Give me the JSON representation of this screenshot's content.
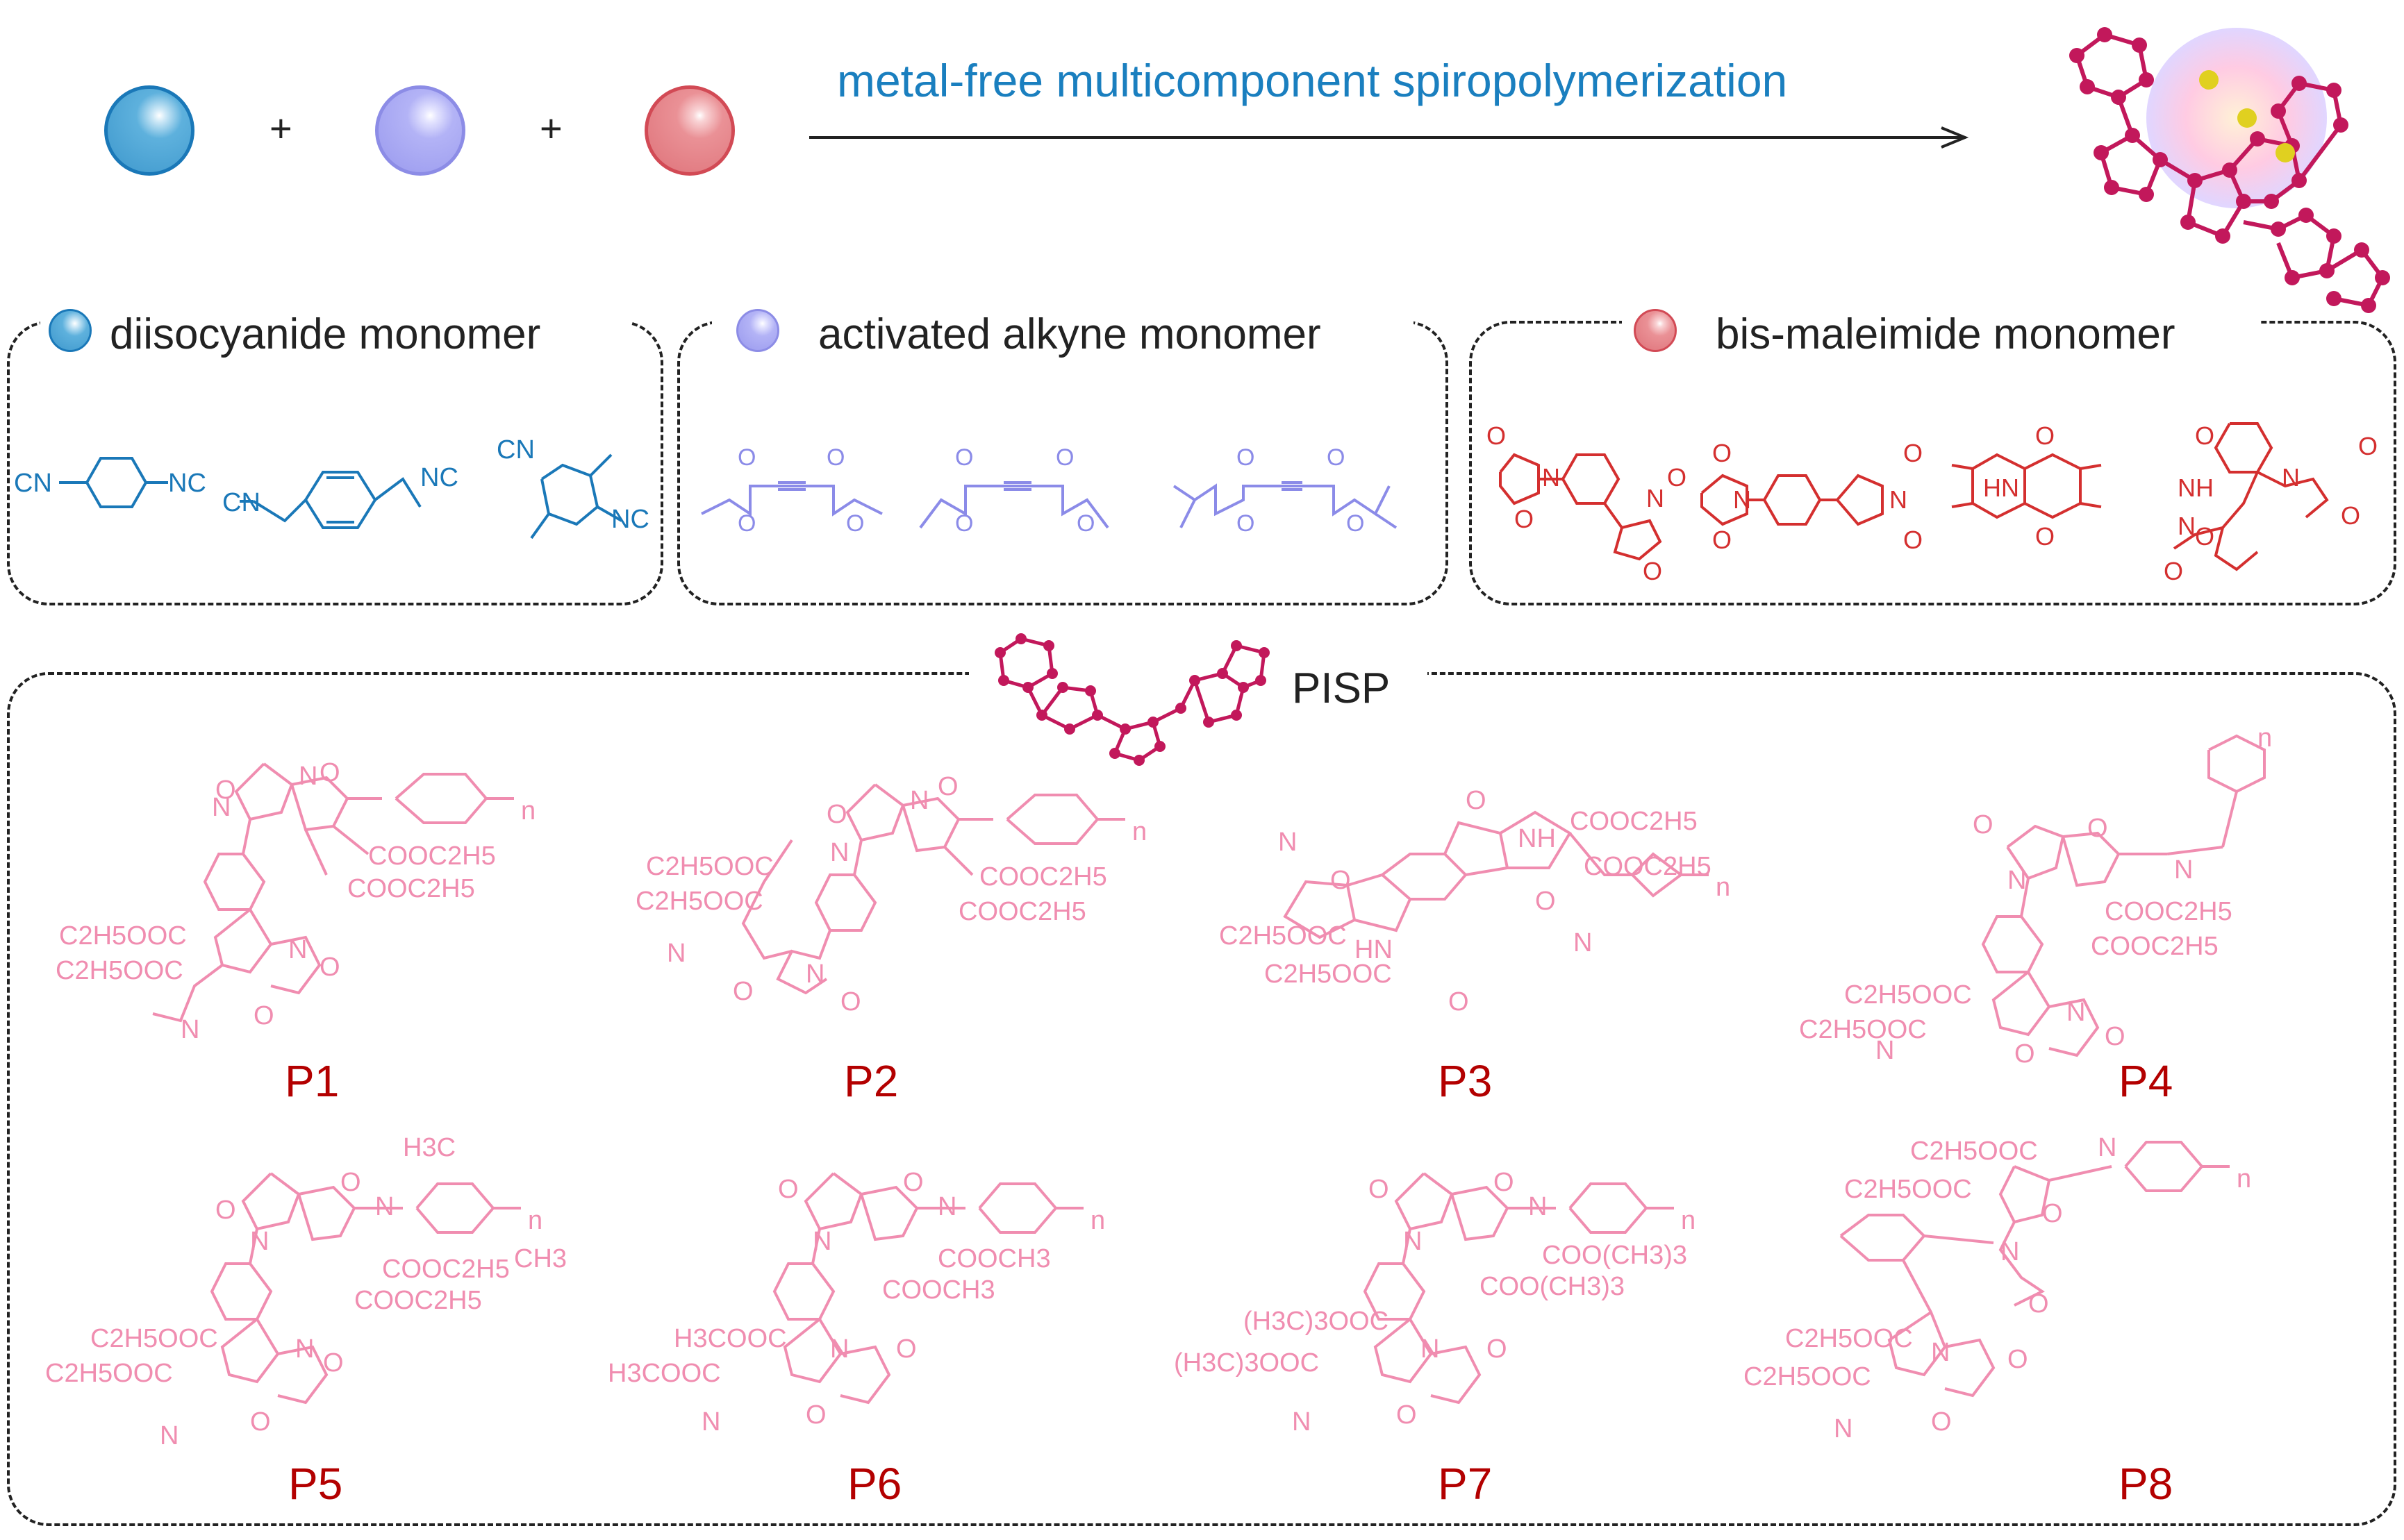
{
  "reaction": {
    "plus_1": "+",
    "plus_2": "+",
    "arrow_label": "metal-free multicomponent spiropolymerization"
  },
  "colors": {
    "diisocyanide": "#4aa3d3",
    "alkyne": "#a6a6f2",
    "maleimide": "#e0787e",
    "diisocyanide_struct": "#1a78b8",
    "alkyne_struct": "#8b8be8",
    "maleimide_struct": "#d42f2f",
    "polymer_struct": "#f08db0",
    "label_red": "#b30000"
  },
  "monomers": {
    "diisocyanide": {
      "title": "diisocyanide monomer",
      "labels": [
        "CN",
        "NC",
        "CN",
        "NC",
        "CN",
        "NC"
      ]
    },
    "alkyne": {
      "title": "activated alkyne monomer",
      "labels": [
        "O",
        "O",
        "O",
        "O",
        "O",
        "O",
        "O",
        "O",
        "O",
        "O",
        "O",
        "O"
      ]
    },
    "maleimide": {
      "title": "bis-maleimide monomer",
      "labels": [
        "O",
        "O",
        "N",
        "N",
        "O",
        "O",
        "O",
        "O",
        "N",
        "N",
        "O",
        "O",
        "O",
        "O",
        "HN",
        "NH",
        "O",
        "O",
        "O",
        "N",
        "N",
        "O",
        "O"
      ]
    }
  },
  "pisp": {
    "title": "PISP",
    "polymers": [
      {
        "label": "P1",
        "texts": [
          "O",
          "N",
          "O",
          "N",
          "COOC2H5",
          "COOC2H5",
          "C2H5OOC",
          "C2H5OOC",
          "N",
          "O",
          "N",
          "O",
          "n"
        ]
      },
      {
        "label": "P2",
        "texts": [
          "O",
          "N",
          "O",
          "N",
          "C2H5OOC",
          "C2H5OOC",
          "COOC2H5",
          "COOC2H5",
          "N",
          "O",
          "N",
          "O",
          "n"
        ]
      },
      {
        "label": "P3",
        "texts": [
          "O",
          "NH",
          "COOC2H5",
          "COOC2H5",
          "N",
          "O",
          "C2H5OOC",
          "C2H5OOC",
          "HN",
          "O",
          "N",
          "O",
          "n"
        ]
      },
      {
        "label": "P4",
        "texts": [
          "O",
          "N",
          "O",
          "N",
          "COOC2H5",
          "COOC2H5",
          "C2H5OOC",
          "C2H5OOC",
          "N",
          "O",
          "N",
          "O",
          "n"
        ]
      },
      {
        "label": "P5",
        "texts": [
          "H3C",
          "O",
          "N",
          "O",
          "N",
          "COOC2H5",
          "CH3",
          "COOC2H5",
          "C2H5OOC",
          "C2H5OOC",
          "N",
          "O",
          "N",
          "O",
          "n"
        ]
      },
      {
        "label": "P6",
        "texts": [
          "O",
          "N",
          "O",
          "N",
          "COOCH3",
          "COOCH3",
          "H3COOC",
          "H3COOC",
          "N",
          "O",
          "N",
          "O",
          "n"
        ]
      },
      {
        "label": "P7",
        "texts": [
          "O",
          "N",
          "O",
          "N",
          "COO(CH3)3",
          "COO(CH3)3",
          "(H3C)3OOC",
          "(H3C)3OOC",
          "N",
          "O",
          "N",
          "O",
          "n"
        ]
      },
      {
        "label": "P8",
        "texts": [
          "N",
          "C2H5OOC",
          "C2H5OOC",
          "O",
          "N",
          "O",
          "C2H5OOC",
          "C2H5OOC",
          "N",
          "O",
          "N",
          "O",
          "n"
        ]
      }
    ]
  }
}
